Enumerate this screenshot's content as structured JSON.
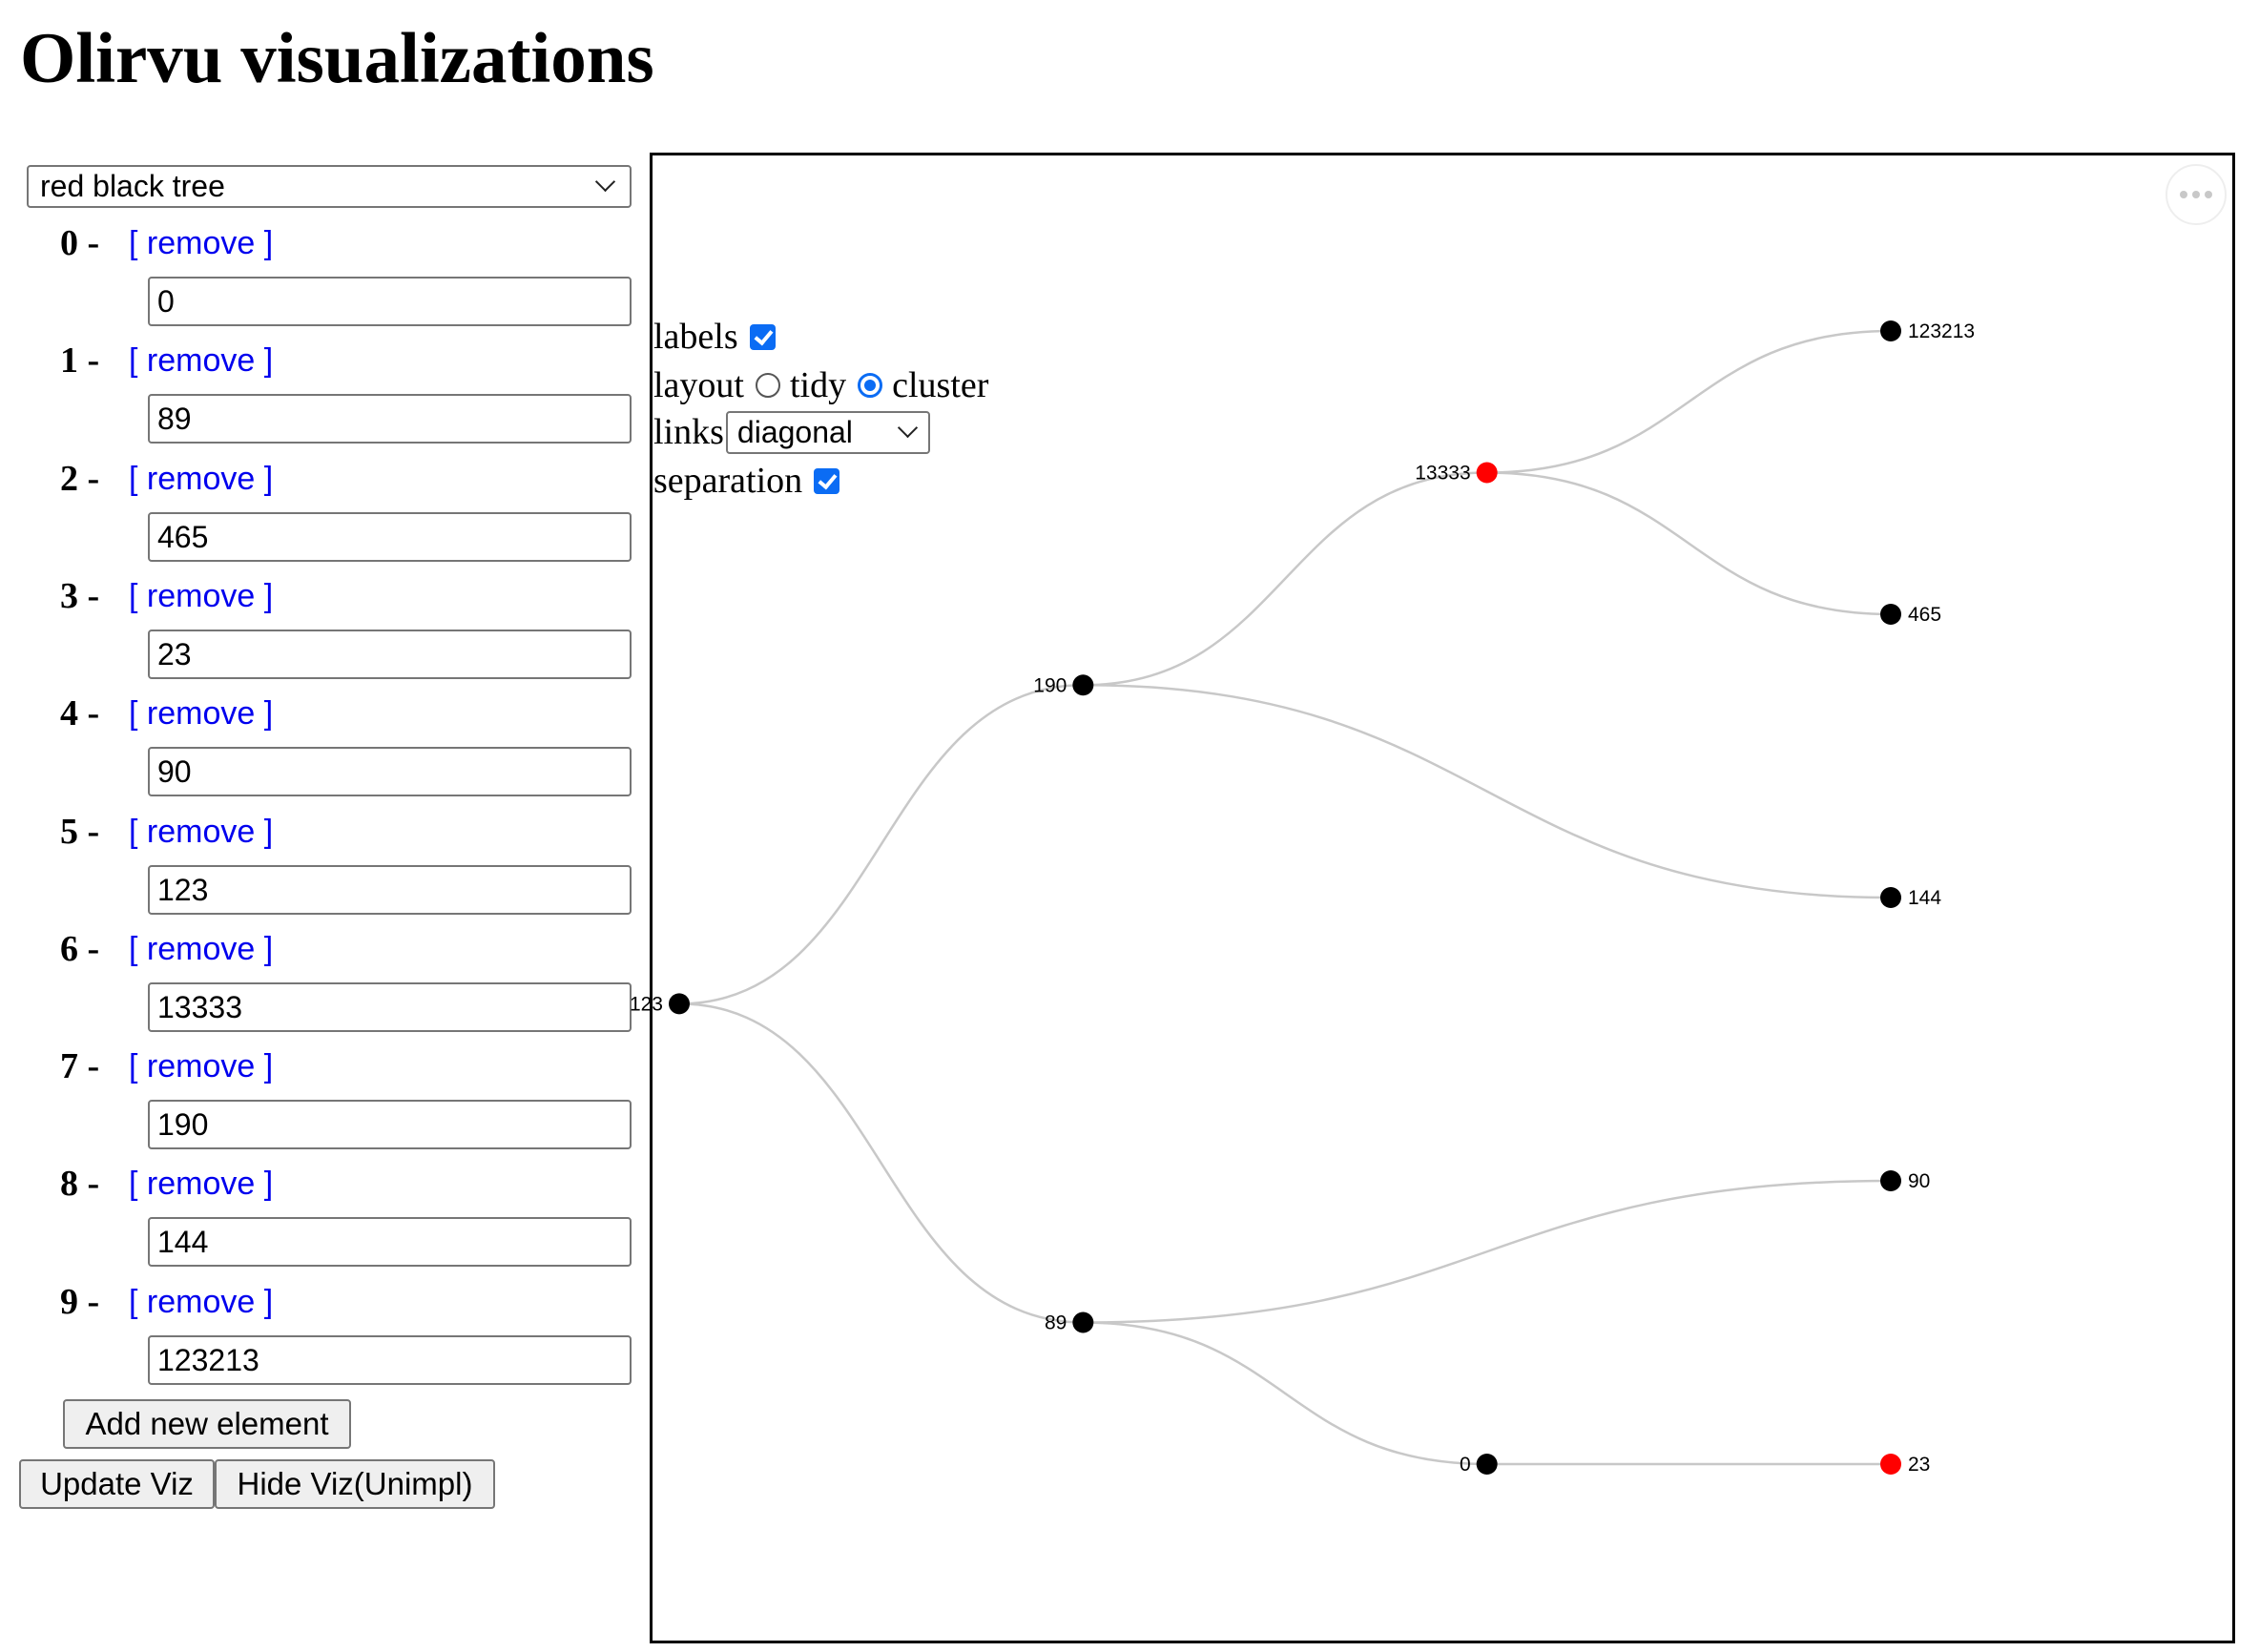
{
  "page": {
    "title": "Olirvu visualizations"
  },
  "controls": {
    "structure_select": "red black tree",
    "elements": [
      {
        "index": "0 -",
        "remove_label": "[ remove ]",
        "value": "0"
      },
      {
        "index": "1 -",
        "remove_label": "[ remove ]",
        "value": "89"
      },
      {
        "index": "2 -",
        "remove_label": "[ remove ]",
        "value": "465"
      },
      {
        "index": "3 -",
        "remove_label": "[ remove ]",
        "value": "23"
      },
      {
        "index": "4 -",
        "remove_label": "[ remove ]",
        "value": "90"
      },
      {
        "index": "5 -",
        "remove_label": "[ remove ]",
        "value": "123"
      },
      {
        "index": "6 -",
        "remove_label": "[ remove ]",
        "value": "13333"
      },
      {
        "index": "7 -",
        "remove_label": "[ remove ]",
        "value": "190"
      },
      {
        "index": "8 -",
        "remove_label": "[ remove ]",
        "value": "144"
      },
      {
        "index": "9 -",
        "remove_label": "[ remove ]",
        "value": "123213"
      }
    ],
    "add_button": "Add new element",
    "update_button": "Update Viz",
    "hide_button": "Hide Viz(Unimpl)"
  },
  "viz": {
    "labels_label": "labels",
    "labels_checked": true,
    "layout_label": "layout",
    "layout_options": [
      "tidy",
      "cluster"
    ],
    "layout_selected": "cluster",
    "links_label": "links",
    "links_value": "diagonal",
    "separation_label": "separation",
    "separation_checked": true,
    "more_icon": "ellipsis-icon",
    "colors": {
      "red": "#ff0000",
      "black": "#000000",
      "link": "#c8c8c8"
    },
    "tree": {
      "label": "123",
      "color": "black",
      "children": [
        {
          "label": "190",
          "color": "black",
          "children": [
            {
              "label": "13333",
              "color": "red",
              "children": [
                {
                  "label": "123213",
                  "color": "black"
                },
                {
                  "label": "465",
                  "color": "black"
                }
              ]
            },
            {
              "label": "144",
              "color": "black"
            }
          ]
        },
        {
          "label": "89",
          "color": "black",
          "children": [
            {
              "label": "90",
              "color": "black"
            },
            {
              "label": "0",
              "color": "black",
              "children": [
                {
                  "label": "23",
                  "color": "red"
                }
              ]
            }
          ]
        }
      ]
    }
  }
}
